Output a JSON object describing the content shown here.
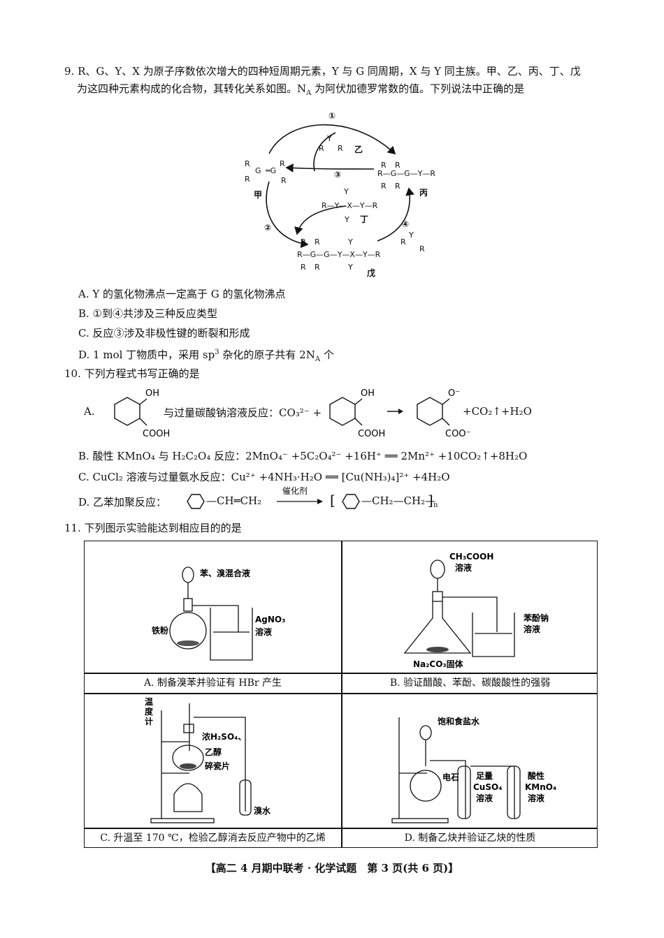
{
  "q9": {
    "line1": "9. R、G、Y、X 为原子序数依次增大的四种短周期元素，Y 与 G 同周期，X 与 Y 同主族。甲、乙、丙、丁、戊",
    "line2": "为这四种元素构成的化合物，其转化关系如图。N",
    "line2_sub": "A",
    "line2_end": " 为阿伏加德罗常数的值。下列说法中正确的是",
    "diagram": {
      "n1": "①",
      "n2": "②",
      "n3": "③",
      "n4": "④",
      "jia": "甲",
      "yi": "乙",
      "bing": "丙",
      "ding": "丁",
      "wu": "戊"
    },
    "options": {
      "A": "A. Y 的氢化物沸点一定高于 G 的氢化物沸点",
      "B": "B. ①到④共涉及三种反应类型",
      "C": "C. 反应③涉及非极性键的断裂和形成",
      "D_pre": "D. 1 mol 丁物质中，采用 sp",
      "D_sup": "3",
      "D_mid": " 杂化的原子共有 2N",
      "D_sub": "A",
      "D_end": " 个"
    }
  },
  "q10": {
    "stem": "10. 下列方程式书写正确的是",
    "A_label": "A.",
    "A_text": "与过量碳酸钠溶液反应：CO₃²⁻ +",
    "A_products": "+CO₂↑+H₂O",
    "oh": "OH",
    "cooh": "COOH",
    "ominus": "O⁻",
    "coominus": "COO⁻",
    "B": "B. 酸性 KMnO₄ 与 H₂C₂O₄ 反应：2MnO₄⁻ +5C₂O₄²⁻ +16H⁺ ══ 2Mn²⁺ +10CO₂↑+8H₂O",
    "C": "C. CuCl₂ 溶液与过量氨水反应：Cu²⁺ +4NH₃·H₂O ══ [Cu(NH₃)₄]²⁺ +4H₂O",
    "D_pre": "D. 乙苯加聚反应：",
    "D_mono": "—CH═CH₂",
    "D_cat": "催化剂",
    "D_poly": "—CH₂—CH₂—",
    "D_n": "n"
  },
  "q11": {
    "stem": "11. 下列图示实验能达到相应目的的是",
    "A": {
      "caption": "A. 制备溴苯并验证有 HBr 产生",
      "l1": "苯、溴混合液",
      "l2": "铁粉",
      "l3": "AgNO₃",
      "l4": "溶液"
    },
    "B": {
      "caption": "B. 验证醋酸、苯酚、碳酸酸性的强弱",
      "l1": "CH₃COOH",
      "l2": "溶液",
      "l3": "苯酚钠",
      "l4": "溶液",
      "l5": "Na₂CO₃固体"
    },
    "C": {
      "caption": "C. 升温至 170 ℃，检验乙醇消去反应产物中的乙烯",
      "l1": "温",
      "l2": "度",
      "l3": "计",
      "l4": "浓H₂SO₄、",
      "l5": "乙醇",
      "l6": "碎瓷片",
      "l7": "溴水"
    },
    "D": {
      "caption": "D. 制备乙炔并验证乙炔的性质",
      "l1": "饱和食盐水",
      "l2": "电石",
      "l3": "足量",
      "l4": "CuSO₄",
      "l5": "溶液",
      "l6": "酸性",
      "l7": "KMnO₄",
      "l8": "溶液"
    }
  },
  "footer": "【高二 4 月期中联考 · 化学试题　第 3 页(共 6 页)】"
}
